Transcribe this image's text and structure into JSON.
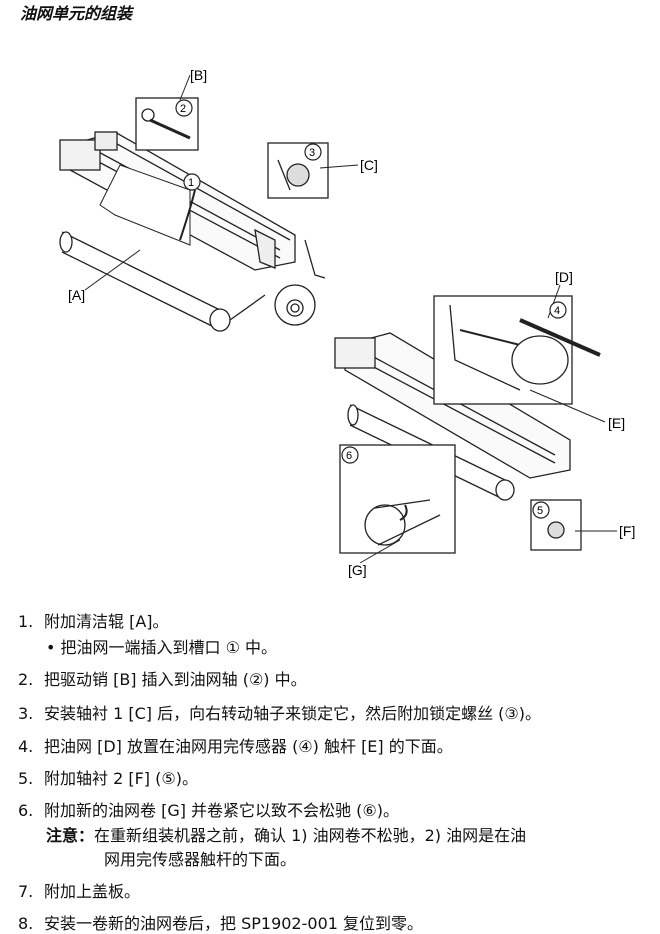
{
  "page": {
    "title": "油网单元的组装"
  },
  "figure": {
    "callouts": {
      "A": "[A]",
      "B": "[B]",
      "C": "[C]",
      "D": "[D]",
      "E": "[E]",
      "F": "[F]",
      "G": "[G]"
    },
    "circled": {
      "c1": "1",
      "c2": "2",
      "c3": "3",
      "c4": "4",
      "c5": "5",
      "c6": "6"
    }
  },
  "steps": [
    {
      "num": "1.",
      "text": "附加清洁辊 [A]。"
    },
    {
      "num": "2.",
      "text": "把驱动销 [B] 插入到油网轴 (②) 中。"
    },
    {
      "num": "3.",
      "text": "安装轴衬 1 [C] 后，向右转动轴子来锁定它，然后附加锁定螺丝 (③)。"
    },
    {
      "num": "4.",
      "text": "把油网 [D] 放置在油网用完传感器 (④) 触杆 [E] 的下面。"
    },
    {
      "num": "5.",
      "text": "附加轴衬 2 [F] (⑤)。"
    },
    {
      "num": "6.",
      "text": "附加新的油网卷 [G] 并卷紧它以致不会松驰 (⑥)。"
    },
    {
      "num": "7.",
      "text": "附加上盖板。"
    },
    {
      "num": "8.",
      "text": "安装一卷新的油网卷后，把 SP1902-001 复位到零。"
    }
  ],
  "step1_bullet": "• 把油网一端插入到槽口 ① 中。",
  "note": {
    "label": "注意：",
    "line1": "在重新组装机器之前，确认 1) 油网卷不松驰，2) 油网是在油",
    "line2": "网用完传感器触杆的下面。"
  }
}
